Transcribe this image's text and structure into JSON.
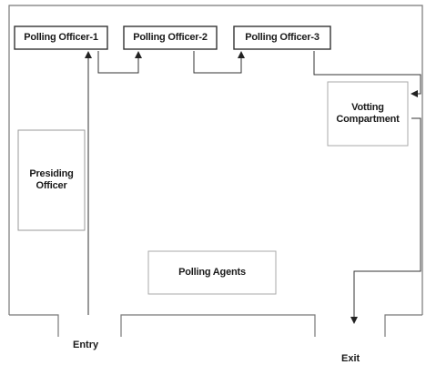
{
  "officers": {
    "polling_officer_1": "Polling Officer-1",
    "polling_officer_2": "Polling Officer-2",
    "polling_officer_3": "Polling Officer-3"
  },
  "voting_compartment": {
    "line1": "Votting",
    "line2": "Compartment"
  },
  "presiding_officer": {
    "line1": "Presiding",
    "line2": "Officer"
  },
  "polling_agents": "Polling Agents",
  "entry": "Entry",
  "exit": "Exit"
}
